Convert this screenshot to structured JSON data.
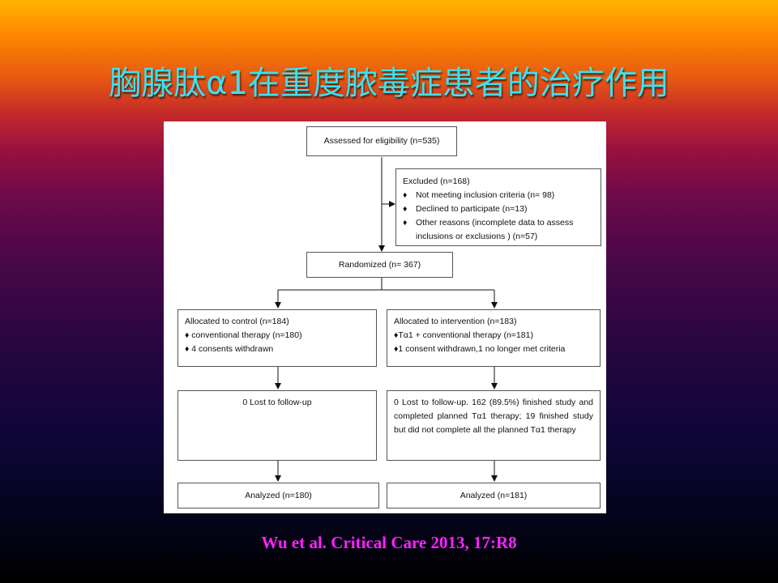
{
  "slide": {
    "title": "胸腺肽α1在重度脓毒症患者的治疗作用",
    "citation": "Wu et al. Critical Care 2013, 17:R8"
  },
  "flowchart": {
    "assessed": "Assessed for eligibility (n=535)",
    "excluded": {
      "heading": "Excluded (n=168)",
      "bullet": "♦",
      "items": [
        "Not meeting inclusion criteria (n= 98)",
        "Declined to participate (n=13)",
        "Other reasons (incomplete data to assess",
        "inclusions or exclusions ) (n=57)"
      ]
    },
    "randomized": "Randomized (n= 367)",
    "control": {
      "heading": "Allocated to control (n=184)",
      "items": [
        "♦  conventional therapy (n=180)",
        "♦ 4 consents withdrawn"
      ]
    },
    "intervention": {
      "heading": "Allocated to intervention (n=183)",
      "items": [
        "♦Tα1 + conventional therapy (n=181)",
        "♦1 consent withdrawn,1 no longer met criteria"
      ]
    },
    "control_followup": "0 Lost to follow-up",
    "intervention_followup": "0 Lost to follow-up. 162 (89.5%) finished study and completed planned Tα1 therapy; 19 finished study but did not complete all the planned Tα1 therapy",
    "control_analyzed": "Analyzed (n=180)",
    "intervention_analyzed": "Analyzed (n=181)"
  }
}
